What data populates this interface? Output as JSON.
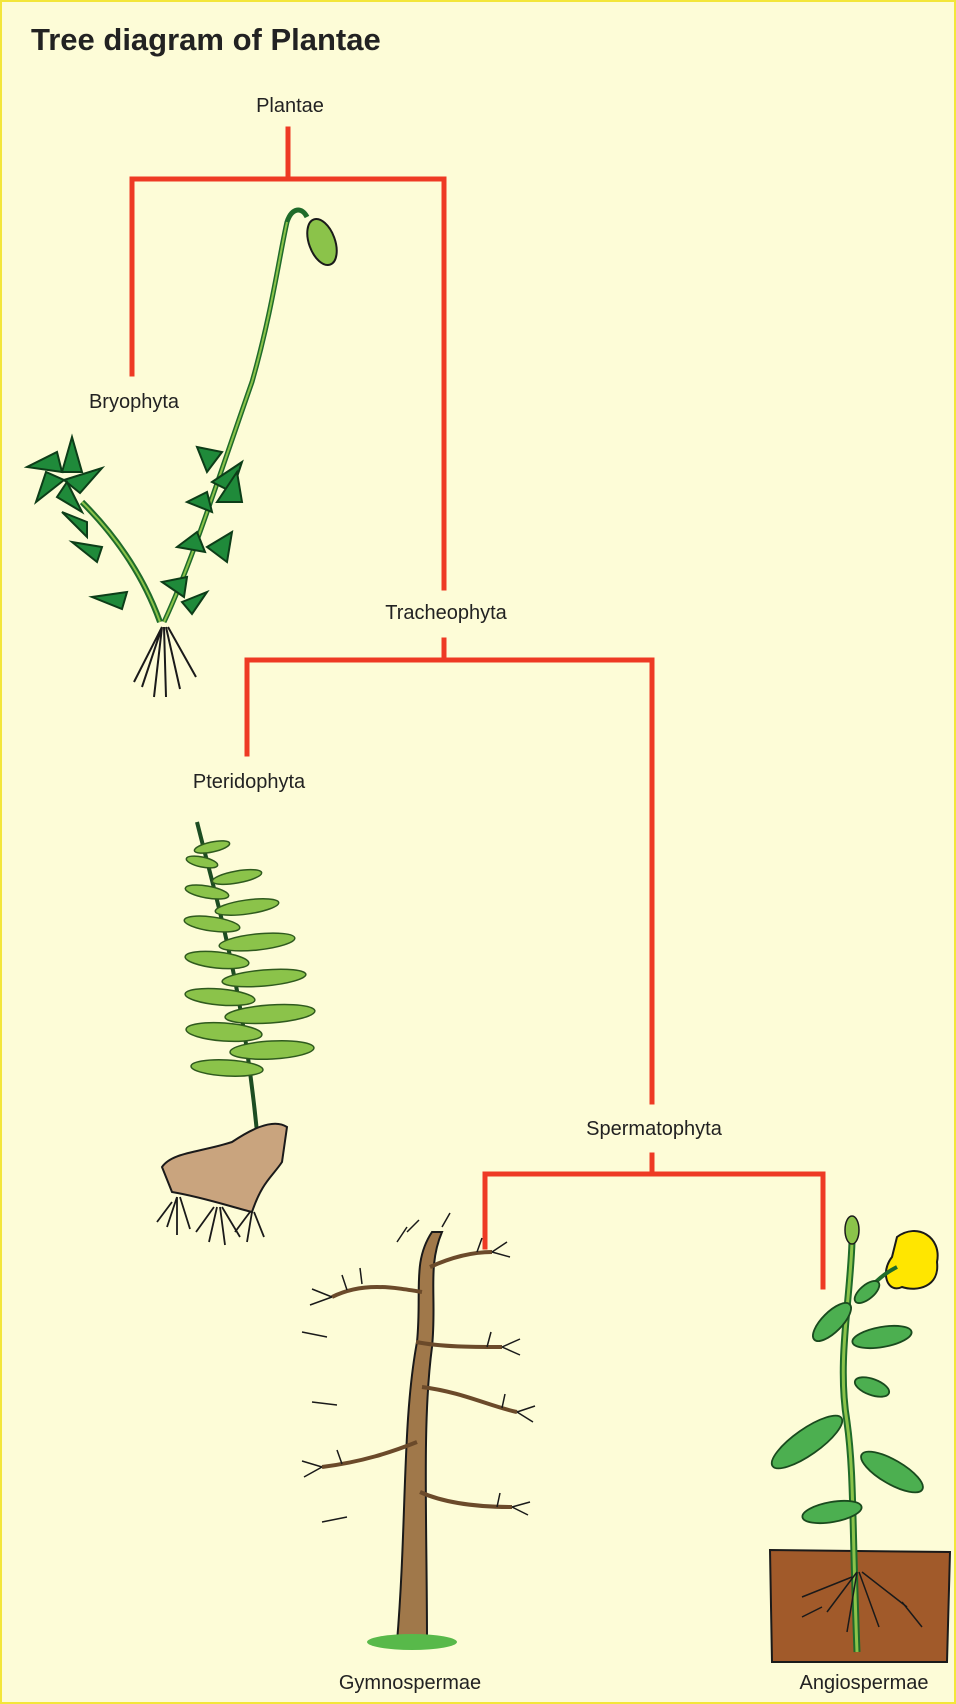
{
  "title": "Tree diagram of Plantae",
  "colors": {
    "background": "#fdfcd7",
    "border": "#f3e63a",
    "branch": "#ee3a24",
    "moss_leaf": "#1f8a3a",
    "moss_light": "#8bc34a",
    "fern_leaf": "#8bc34a",
    "fern_stipe": "#1d4d22",
    "rhizome": "#c9a47e",
    "trunk": "#a0784a",
    "flower": "#ffe600",
    "soil": "#a15a2a",
    "leaf": "#4caf50",
    "grass": "#58b94a"
  },
  "nodes": {
    "root": "Plantae",
    "bryophyta": "Bryophyta",
    "tracheophyta": "Tracheophyta",
    "pteridophyta": "Pteridophyta",
    "spermatophyta": "Spermatophyta",
    "gymnospermae": "Gymnospermae",
    "angiospermae": "Angiospermae"
  },
  "illustrations": [
    "moss-illustration",
    "fern-illustration",
    "conifer-tree-illustration",
    "flowering-plant-illustration"
  ]
}
